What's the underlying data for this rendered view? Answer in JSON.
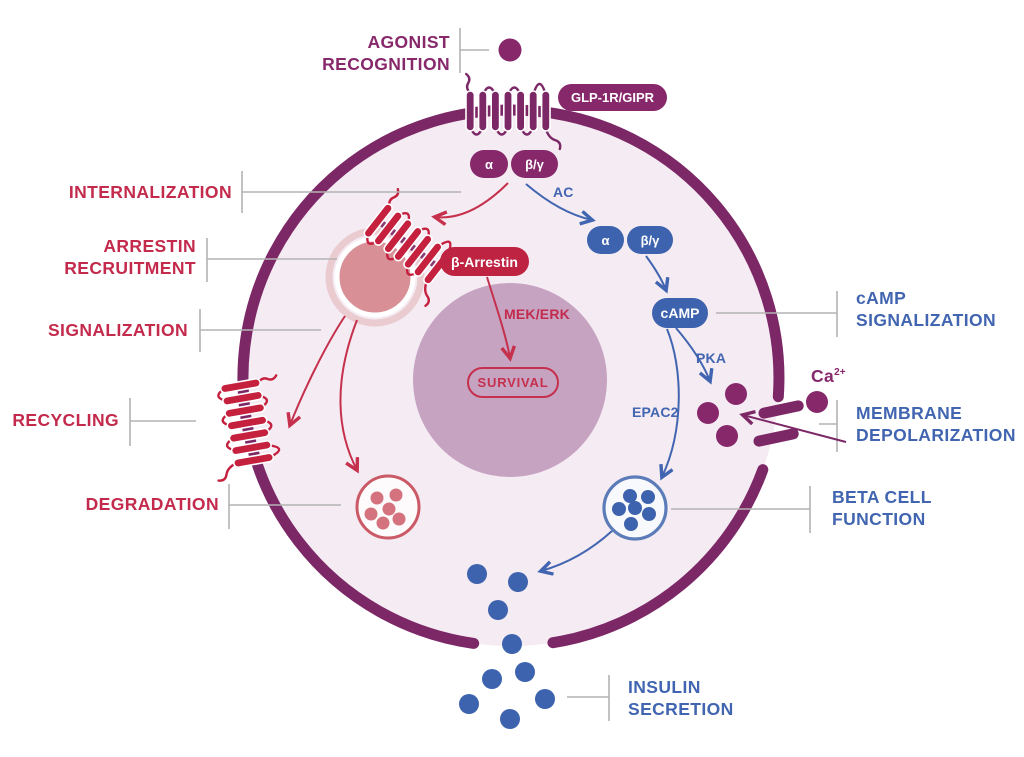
{
  "labels": {
    "agonist_recognition": {
      "line1": "AGONIST",
      "line2": "RECOGNITION"
    },
    "internalization": "INTERNALIZATION",
    "arrestin_recruitment": {
      "line1": "ARRESTIN",
      "line2": "RECRUITMENT"
    },
    "signalization": "SIGNALIZATION",
    "recycling": "RECYCLING",
    "degradation": "DEGRADATION",
    "camp_signalization": {
      "line1": "cAMP",
      "line2": "SIGNALIZATION"
    },
    "membrane_depolarization": {
      "line1": "MEMBRANE",
      "line2": "DEPOLARIZATION"
    },
    "beta_cell_function": {
      "line1": "BETA CELL",
      "line2": "FUNCTION"
    },
    "insulin_secretion": {
      "line1": "INSULIN",
      "line2": "SECRETION"
    },
    "calcium_base": "Ca",
    "calcium_sup": "2+"
  },
  "molecules": {
    "receptor_pill": "GLP-1R/GIPR",
    "alpha_membrane": "α",
    "betagamma_membrane": "β/γ",
    "ac": "AC",
    "alpha_cytosol": "α",
    "betagamma_cytosol": "β/γ",
    "camp": "cAMP",
    "pka": "PKA",
    "epac2": "EPAC2",
    "beta_arrestin": "β-Arrestin",
    "mek_erk": "MEK/ERK",
    "survival": "SURVIVAL"
  },
  "colors": {
    "purple": "#87286B",
    "membrane": "#7C2766",
    "red": "#C32A4C",
    "red_arrow": "#C5304C",
    "red_shape": "#C5203E",
    "red_pill": "#BE2342",
    "blue": "#4165B0",
    "blue_shape": "#3E63AE",
    "cell_fill": "#F5EBF3",
    "nucleus": "#C7A3C2",
    "endosome": "#D98F96",
    "endosome_halo": "#EACBD0",
    "bracket_gray": "#B3B3B3"
  }
}
